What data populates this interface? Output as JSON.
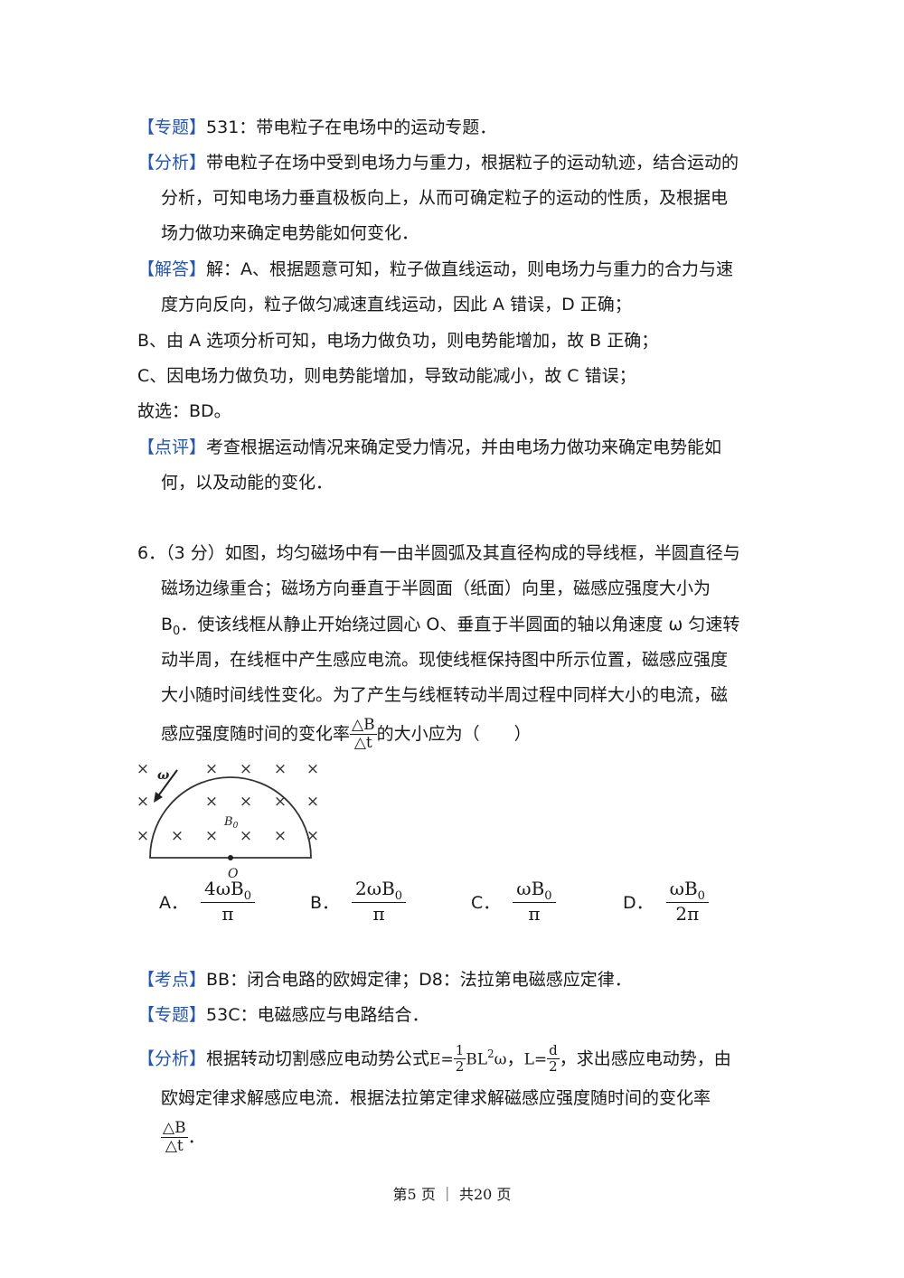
{
  "section1": {
    "zhuanti_tag": "【专题】",
    "zhuanti_text": "531：带电粒子在电场中的运动专题．",
    "fenxi_tag": "【分析】",
    "fenxi_lines": [
      "带电粒子在场中受到电场力与重力，根据粒子的运动轨迹，结合运动的",
      "分析，可知电场力垂直极板向上，从而可确定粒子的运动的性质，及根据电",
      "场力做功来确定电势能如何变化．"
    ],
    "jieda_tag": "【解答】",
    "jieda_lines": [
      "解：A、根据题意可知，粒子做直线运动，则电场力与重力的合力与速",
      "度方向反向，粒子做匀减速直线运动，因此 A 错误，D 正确；",
      "B、由 A 选项分析可知，电场力做负功，则电势能增加，故 B 正确；",
      "C、因电场力做负功，则电势能增加，导致动能减小，故 C 错误；",
      "故选：BD。"
    ],
    "dianping_tag": "【点评】",
    "dianping_lines": [
      "考查根据运动情况来确定受力情况，并由电场力做功来确定电势能如",
      "何，以及动能的变化．"
    ]
  },
  "question6": {
    "lines": [
      "6．（3 分）如图，均匀磁场中有一由半圆弧及其直径构成的导线框，半圆直径与",
      "磁场边缘重合；磁场方向垂直于半圆面（纸面）向里，磁感应强度大小为",
      "B",
      "．使该线框从静止开始绕过圆心 O、垂直于半圆面的轴以角速度 ω 匀速转",
      "动半周，在线框中产生感应电流。现使线框保持图中所示位置，磁感应强度",
      "大小随时间线性变化。为了产生与线框转动半周过程中同样大小的电流，磁",
      "感应强度随时间的变化率",
      "的大小应为（　　）"
    ],
    "b_sub": "0",
    "rate_num": "△B",
    "rate_den": "△t",
    "figure": {
      "omega_label": "ω",
      "b_label": "B",
      "b_label_sub": "0",
      "center_label": "O",
      "cross_symbol": "×"
    },
    "options": [
      {
        "label": "A．",
        "num": "4ωB",
        "num_sub": "0",
        "den": "π"
      },
      {
        "label": "B．",
        "num": "2ωB",
        "num_sub": "0",
        "den": "π"
      },
      {
        "label": "C．",
        "num": "ωB",
        "num_sub": "0",
        "den": "π"
      },
      {
        "label": "D．",
        "num": "ωB",
        "num_sub": "0",
        "den": "2π"
      }
    ]
  },
  "section2": {
    "kaodian_tag": "【考点】",
    "kaodian_text": "BB：闭合电路的欧姆定律；D8：法拉第电磁感应定律．",
    "zhuanti_tag": "【专题】",
    "zhuanti_text": "53C：电磁感应与电路结合．",
    "fenxi_tag": "【分析】",
    "fenxi_pre": "根据转动切割感应电动势公式",
    "formula_e_lhs": "E=",
    "formula_e_num": "1",
    "formula_e_den": "2",
    "formula_e_rest": "BL",
    "formula_e_sup": "2",
    "formula_e_end": "ω",
    "fenxi_mid": "，",
    "formula_l_lhs": "L=",
    "formula_l_num": "d",
    "formula_l_den": "2",
    "fenxi_post": "，求出感应电动势，由",
    "fenxi_line2": "欧姆定律求解感应电流．根据法拉第定律求解磁感应强度随时间的变化率",
    "fenxi_rate_num": "△B",
    "fenxi_rate_den": "△t",
    "fenxi_end": "．"
  },
  "footer": {
    "text": "第5 页 ｜ 共20 页"
  }
}
